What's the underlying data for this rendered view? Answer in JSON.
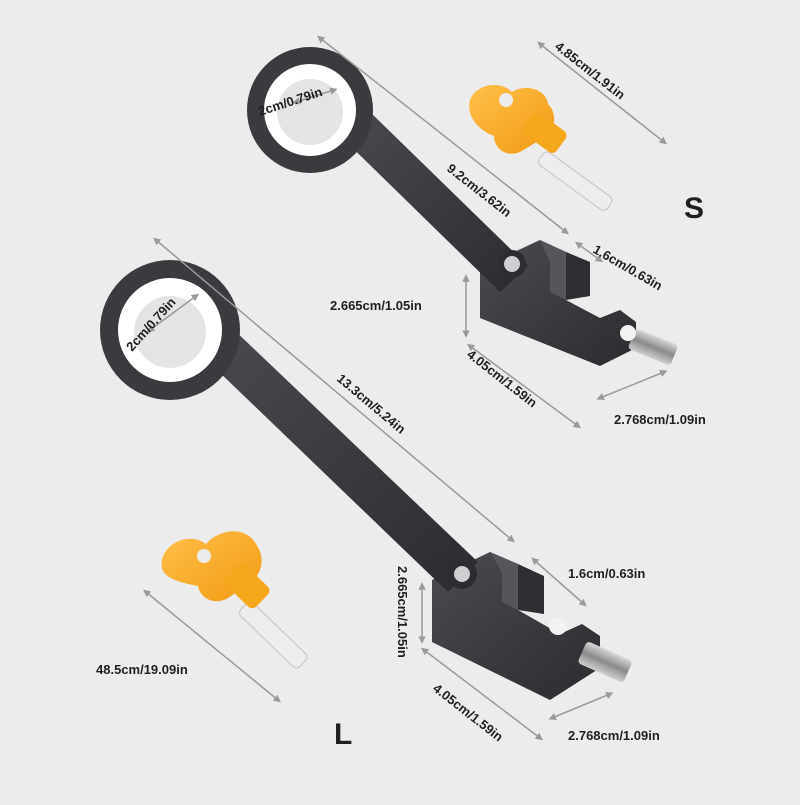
{
  "small": {
    "size_label": "S",
    "ring_inner": "2cm/0.79in",
    "key_length": "4.85cm/1.91in",
    "arm_length": "9.2cm/3.62in",
    "clamp_depth": "1.6cm/0.63in",
    "clamp_height": "2.665cm/1.05in",
    "clamp_width": "4.05cm/1.59in",
    "bolt_length": "2.768cm/1.09in"
  },
  "large": {
    "size_label": "L",
    "ring_inner": "2cm/0.79in",
    "arm_length": "13.3cm/5.24in",
    "key_length": "48.5cm/19.09in",
    "clamp_depth": "1.6cm/0.63in",
    "clamp_height": "2.665cm/1.05in",
    "clamp_width": "4.05cm/1.59in",
    "bolt_length": "2.768cm/1.09in"
  },
  "colors": {
    "background": "#ececed",
    "metal": "#3a3b3f",
    "ring": "#ffffff",
    "key_handle": "#f5a623",
    "pin": "#e8e8ea"
  }
}
